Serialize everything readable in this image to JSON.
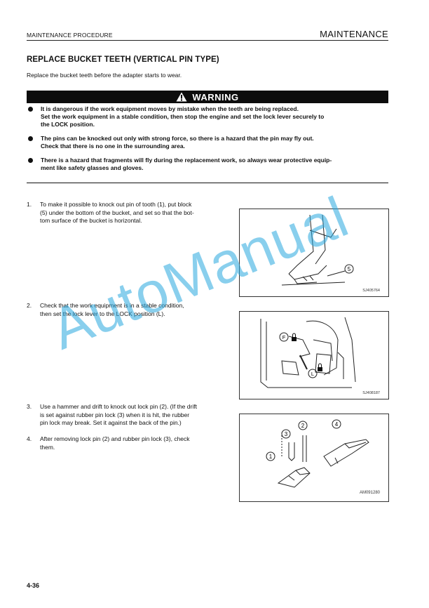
{
  "header": {
    "left": "MAINTENANCE PROCEDURE",
    "right": "MAINTENANCE"
  },
  "title": "REPLACE BUCKET TEETH (VERTICAL PIN TYPE)",
  "intro": "Replace the bucket teeth before the adapter starts to wear.",
  "warning": {
    "label": "WARNING",
    "items": [
      [
        "It is dangerous if the work equipment moves by mistake when the teeth are being replaced.",
        "Set the work equipment in a stable condition, then stop the engine and set the lock lever securely to",
        "the LOCK position."
      ],
      [
        "The pins can be knocked out only with strong force, so there is a hazard that the pin may fly out.",
        "Check that there is no one in the surrounding area."
      ],
      [
        "There is a hazard that fragments will fly during the replacement work, so always wear protective equip-",
        "ment like safety glasses and gloves."
      ]
    ]
  },
  "steps": [
    {
      "num": "1.",
      "lines": [
        "To make it possible to knock out pin of tooth (1), put block",
        "(5) under the bottom of the bucket, and set so that the bot-",
        "tom surface of the bucket is horizontal."
      ]
    },
    {
      "num": "2.",
      "lines": [
        "Check that the work equipment is in a stable condition,",
        "then set the lock lever to the LOCK position (L)."
      ]
    },
    {
      "num": "3.",
      "lines": [
        "Use a hammer and drift to knock out lock pin (2). (If the drift",
        "is set against rubber pin lock (3) when it is hit, the rubber",
        "pin lock may break. Set it against the back of the pin.)"
      ]
    },
    {
      "num": "4.",
      "lines": [
        "After removing lock pin (2) and rubber pin lock (3), check",
        "them."
      ]
    }
  ],
  "figures": [
    {
      "code": "SJ405764",
      "callouts": [
        "5"
      ]
    },
    {
      "code": "SJ408187",
      "callouts": [
        "F",
        "L"
      ]
    },
    {
      "code": "AM091280",
      "callouts": [
        "1",
        "2",
        "3",
        "4"
      ]
    }
  ],
  "page_number": "4-36",
  "watermark": "AutoManual",
  "colors": {
    "watermark": "#29a9e0",
    "warning_bar": "#0d0d0d"
  }
}
